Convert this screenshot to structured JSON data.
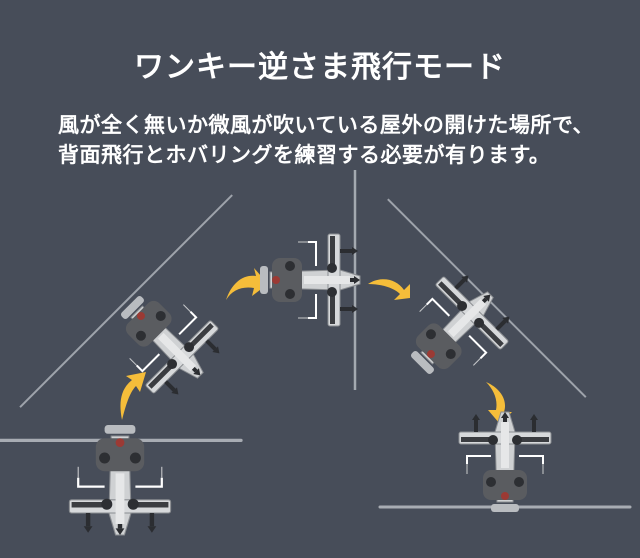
{
  "title": "ワンキー逆さま飛行モード",
  "description": {
    "line1": "風が全く無いか微風が吹いている屋外の開けた場所で、",
    "line2": "背面飛行とホバリングを練習する必要が有ります。"
  },
  "colors": {
    "background": "#474d59",
    "text": "#ffffff",
    "arrow": "#f5bd3a",
    "body": "#c9cbcd",
    "rotor": "#aeb3ba"
  },
  "sequence": [
    {
      "step": 1,
      "orientation": "upright",
      "rotation_deg": 0
    },
    {
      "step": 2,
      "orientation": "tilted",
      "rotation_deg": -45
    },
    {
      "step": 3,
      "orientation": "sideways",
      "rotation_deg": -90
    },
    {
      "step": 4,
      "orientation": "tilted",
      "rotation_deg": -135
    },
    {
      "step": 5,
      "orientation": "inverted",
      "rotation_deg": 180
    }
  ]
}
